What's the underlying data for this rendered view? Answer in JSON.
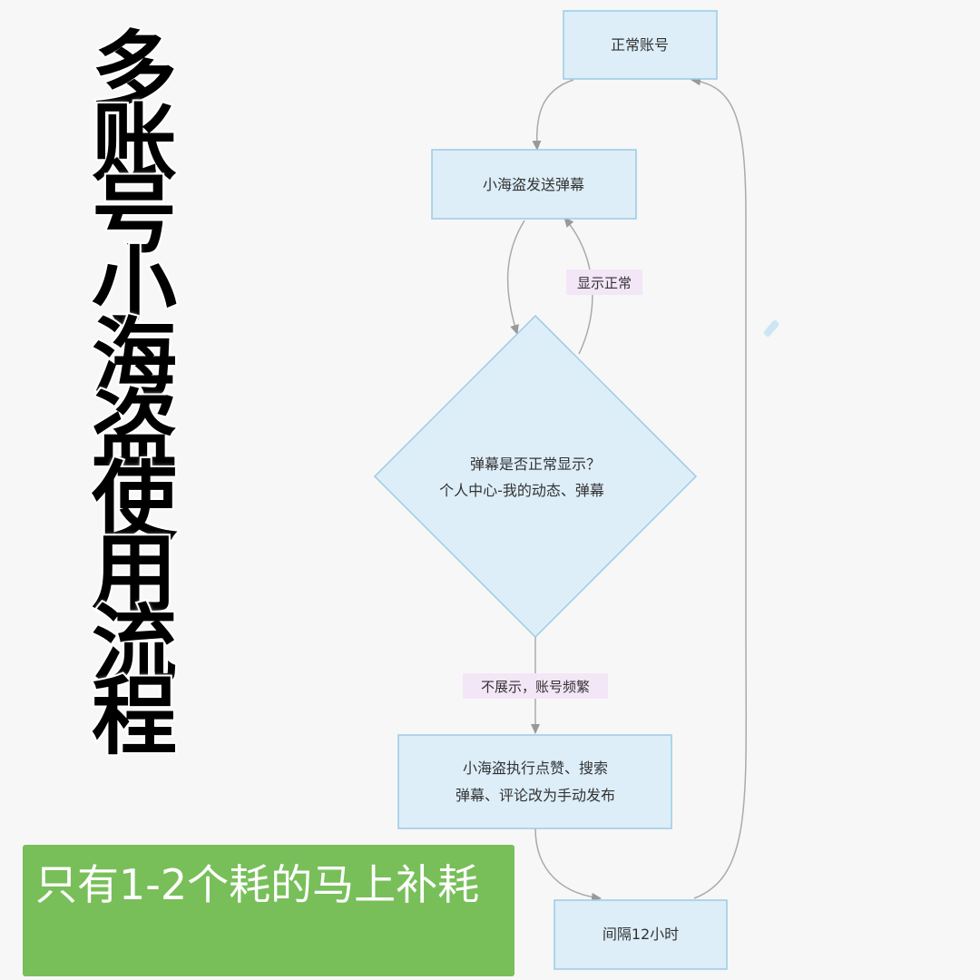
{
  "title": "多账号小海盗使用流程",
  "note": "只有1-2个耗的马上补耗",
  "nodes": {
    "normal_account": "正常账号",
    "send_danmaku": "小海盗发送弹幕",
    "decision_line1": "弹幕是否正常显示？",
    "decision_line2": "个人中心-我的动态、弹幕",
    "manual_line1": "小海盗执行点赞、搜索",
    "manual_line2": "弹幕、评论改为手动发布",
    "interval": "间隔12小时"
  },
  "edges": {
    "show_normal": "显示正常",
    "not_shown": "不展示，账号频繁"
  },
  "colors": {
    "node_fill": "#ddeef8",
    "node_stroke": "#9ccbe3",
    "label_bg": "#f3e6f7",
    "arrow": "#999999",
    "note_bg": "#78bf5a"
  }
}
